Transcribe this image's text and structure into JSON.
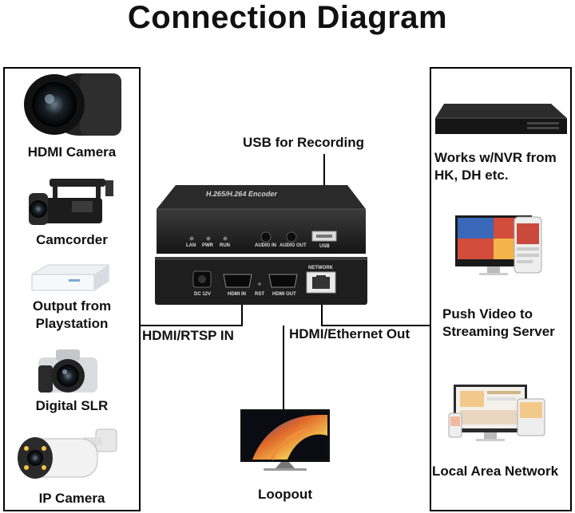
{
  "title": "Connection Diagram",
  "left_panel": {
    "items": [
      {
        "label": "HDMI Camera"
      },
      {
        "label": "Camcorder"
      },
      {
        "label": "Output from\nPlaystation"
      },
      {
        "label": "Digital SLR"
      },
      {
        "label": "IP Camera"
      }
    ]
  },
  "right_panel": {
    "items": [
      {
        "label": "Works w/NVR from\nHK, DH etc."
      },
      {
        "label": "Push Video to\nStreaming Server"
      },
      {
        "label": "Local Area Network"
      }
    ]
  },
  "center": {
    "usb_label": "USB for Recording",
    "input_label": "HDMI/RTSP IN",
    "output_label": "HDMI/Ethernet Out",
    "loopout_label": "Loopout",
    "device": {
      "top_label": "H.265/H.264 Encoder",
      "port_lan": "LAN",
      "port_pwr": "PWR",
      "port_run": "RUN",
      "port_audio_in": "AUDIO IN",
      "port_audio_out": "AUDIO OUT",
      "port_usb": "USB",
      "port_dc": "DC 12V",
      "port_hdmi_in": "HDMI IN",
      "port_rst": "RST",
      "port_hdmi_out": "HDMI OUT",
      "port_network": "NETWORK"
    }
  }
}
